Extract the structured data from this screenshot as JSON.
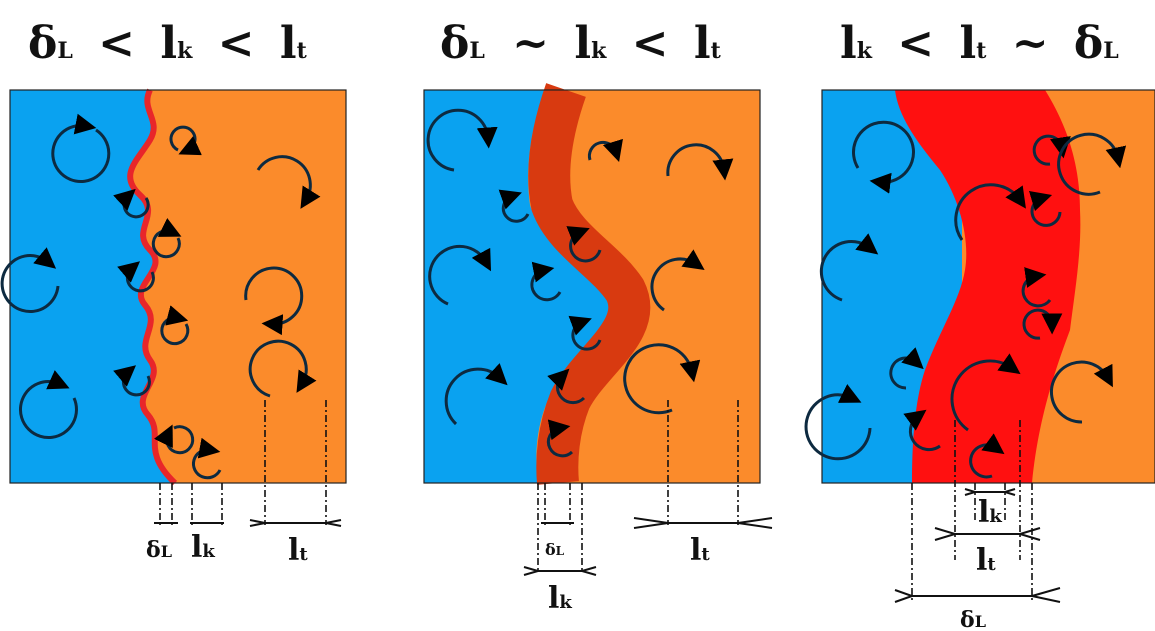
{
  "panels": [
    {
      "title": {
        "d": "δ",
        "L": "L",
        "op1": "<",
        "l1": "l",
        "k1": "k",
        "op2": "<",
        "l2": "l",
        "t2": "t"
      },
      "labels": {
        "deltaL": "δ",
        "deltaL_sub": "L",
        "lk": "l",
        "lk_sub": "k",
        "lt": "l",
        "lt_sub": "t"
      }
    },
    {
      "title": {
        "d": "δ",
        "L": "L",
        "op1": "~",
        "l1": "l",
        "k1": "k",
        "op2": "<",
        "l2": "l",
        "t2": "t"
      },
      "labels": {
        "deltaL": "δ",
        "deltaL_sub": "L",
        "lk": "l",
        "lk_sub": "k",
        "lt": "l",
        "lt_sub": "t"
      }
    },
    {
      "title": {
        "l1": "l",
        "k1": "k",
        "op1": "<",
        "l2": "l",
        "t2": "t",
        "op2": "~",
        "d": "δ",
        "L": "L"
      },
      "labels": {
        "lk": "l",
        "lk_sub": "k",
        "lt": "l",
        "lt_sub": "t",
        "deltaL": "δ",
        "deltaL_sub": "L"
      }
    }
  ],
  "colors": {
    "unburnt": "#0aa2f0",
    "burnt": "#fb8b2b",
    "flame_thin": "#e8262a",
    "flame_mid": "#d83a10",
    "flame_thick": "#ff1010",
    "eddy": "#0d2a40"
  }
}
